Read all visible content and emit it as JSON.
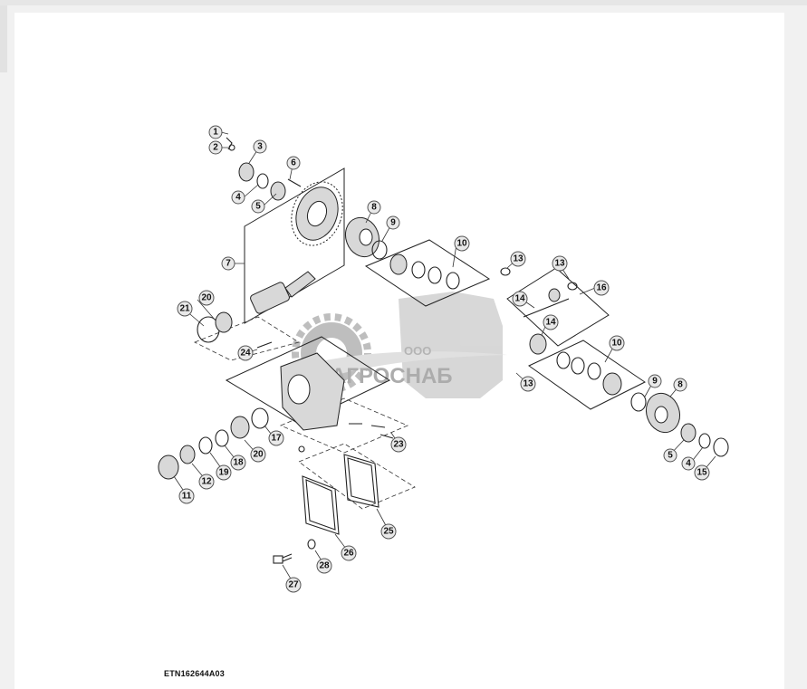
{
  "figure_code": "ETN162644A03",
  "watermark": {
    "prefix": "ООО",
    "name": "АГРОСНАБ"
  },
  "callouts": [
    {
      "label": "1"
    },
    {
      "label": "2"
    },
    {
      "label": "3"
    },
    {
      "label": "6"
    },
    {
      "label": "4"
    },
    {
      "label": "5"
    },
    {
      "label": "8"
    },
    {
      "label": "9"
    },
    {
      "label": "10"
    },
    {
      "label": "7"
    },
    {
      "label": "13"
    },
    {
      "label": "13"
    },
    {
      "label": "16"
    },
    {
      "label": "14"
    },
    {
      "label": "14"
    },
    {
      "label": "20"
    },
    {
      "label": "21"
    },
    {
      "label": "24"
    },
    {
      "label": "10"
    },
    {
      "label": "13"
    },
    {
      "label": "9"
    },
    {
      "label": "8"
    },
    {
      "label": "5"
    },
    {
      "label": "4"
    },
    {
      "label": "15"
    },
    {
      "label": "17"
    },
    {
      "label": "20"
    },
    {
      "label": "18"
    },
    {
      "label": "19"
    },
    {
      "label": "12"
    },
    {
      "label": "11"
    },
    {
      "label": "23"
    },
    {
      "label": "25"
    },
    {
      "label": "26"
    },
    {
      "label": "28"
    },
    {
      "label": "27"
    }
  ]
}
